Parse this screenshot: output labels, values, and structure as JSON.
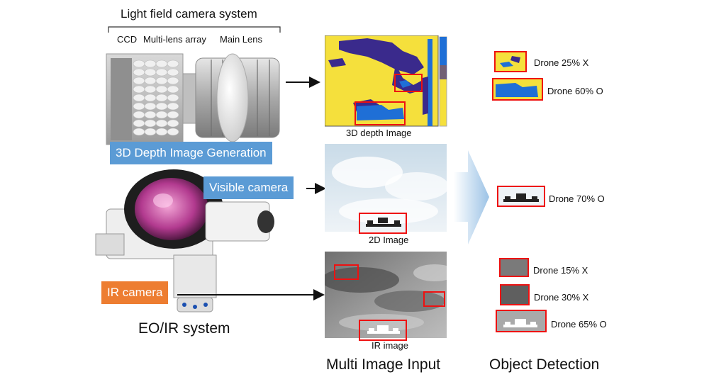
{
  "camera_system": {
    "title": "Light field camera system",
    "parts": [
      "CCD",
      "Multi-lens array",
      "Main Lens"
    ],
    "generation_label": "3D Depth Image Generation"
  },
  "eoir": {
    "visible_label": "Visible camera",
    "ir_label": "IR camera",
    "system_label": "EO/IR system"
  },
  "inputs": {
    "depth_caption": "3D depth Image",
    "visible_caption": "2D Image",
    "ir_caption": "IR image",
    "column_title": "Multi Image Input"
  },
  "detection": {
    "column_title": "Object Detection",
    "results": [
      {
        "label": "Drone 25% X"
      },
      {
        "label": "Drone 60% O"
      },
      {
        "label": "Drone 70% O"
      },
      {
        "label": "Drone 15% X"
      },
      {
        "label": "Drone 30% X"
      },
      {
        "label": "Drone 65% O"
      }
    ]
  },
  "colors": {
    "blue_label": "#5b9bd5",
    "orange_label": "#ed7d31",
    "detection_box": "#e11111",
    "depth_yellow": "#f5e03c",
    "depth_navy": "#3a2a8c",
    "depth_blue": "#1f6fd6"
  }
}
